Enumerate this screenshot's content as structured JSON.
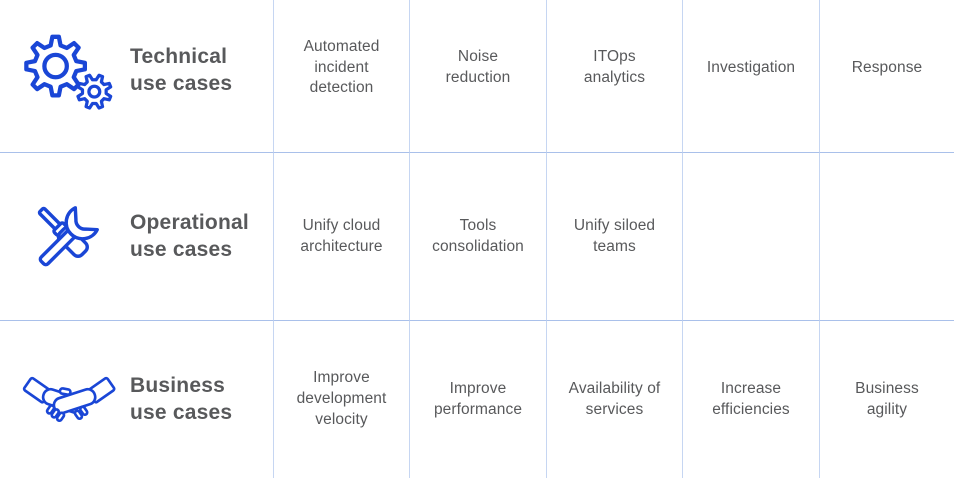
{
  "theme": {
    "icon_blue": "#1a46d6",
    "text_gray": "#58595b",
    "grid_line_vertical": "#c6d6f2",
    "grid_line_horizontal": "#a9c0ea",
    "background": "#ffffff"
  },
  "table": {
    "rows": [
      {
        "icon": "gears-icon",
        "label_line1": "Technical",
        "label_line2": "use cases",
        "cells": [
          "Automated incident detection",
          "Noise reduction",
          "ITOps analytics",
          "Investigation",
          "Response"
        ]
      },
      {
        "icon": "tools-icon",
        "label_line1": "Operational",
        "label_line2": "use cases",
        "cells": [
          "Unify cloud architecture",
          "Tools consolidation",
          "Unify siloed teams",
          "",
          ""
        ]
      },
      {
        "icon": "handshake-icon",
        "label_line1": "Business",
        "label_line2": "use cases",
        "cells": [
          "Improve development velocity",
          "Improve performance",
          "Availability of services",
          "Increase efficiencies",
          "Business agility"
        ]
      }
    ]
  }
}
